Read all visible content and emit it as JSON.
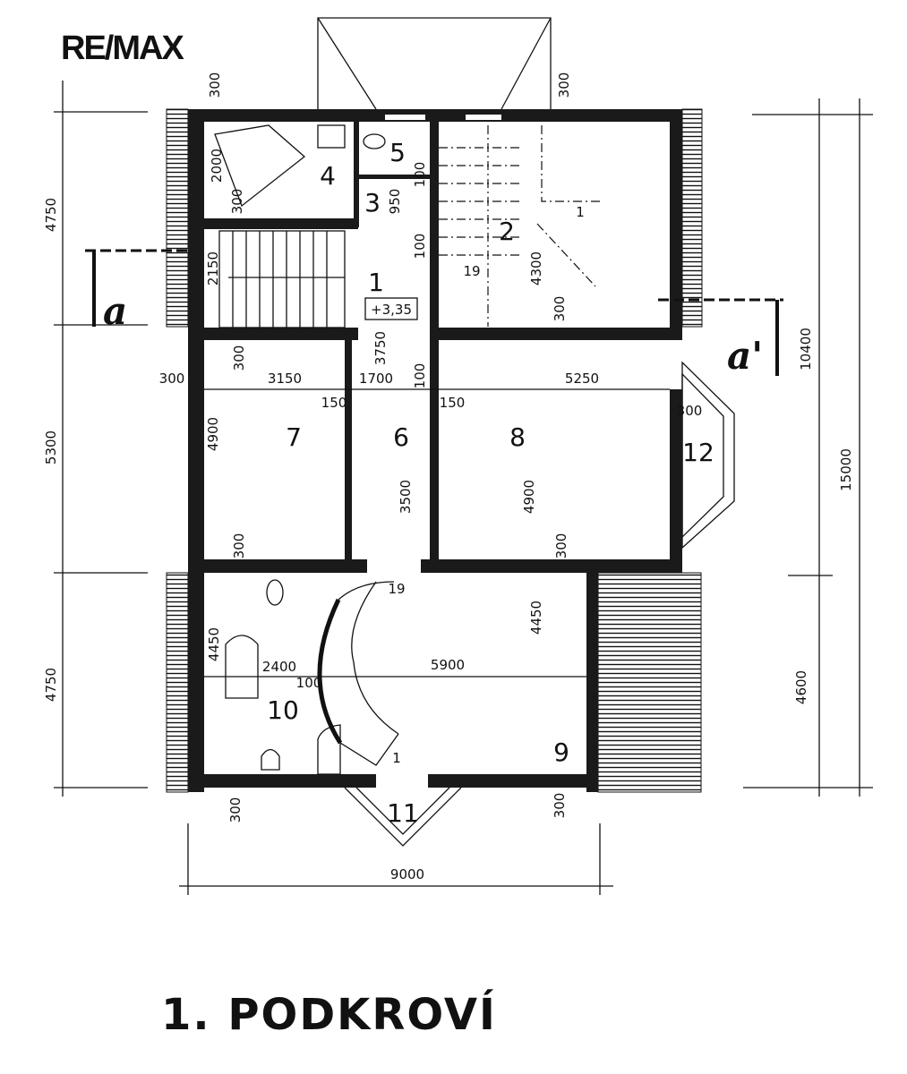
{
  "logo": "RE/MAX",
  "title": "1. PODKROVÍ",
  "level_mark": "+3,35",
  "section_marks": {
    "left": "a",
    "right": "a'"
  },
  "stair_labels": {
    "upper_top": "19",
    "upper_bottom": "1",
    "lower_top": "19",
    "lower_bottom": "1"
  },
  "rooms": [
    "1",
    "2",
    "3",
    "4",
    "5",
    "6",
    "7",
    "8",
    "9",
    "10",
    "11",
    "12"
  ],
  "dimensions": {
    "outer_left": [
      "4750",
      "5300",
      "4750"
    ],
    "outer_right": {
      "upper": "10400",
      "total": "15000",
      "lower": "4600"
    },
    "outer_bottom": "9000",
    "wall_300": "300",
    "room4_bath": "2000",
    "stair1": "2150",
    "room7_width": "3150",
    "hall_width": "1700",
    "room8_width": "5250",
    "room7_depth": "4900",
    "hall_depth": "3750",
    "room6_depth": "3500",
    "room8_depth": "4900",
    "room2_depth": "4300",
    "room3_width": "950",
    "partition_100": "100",
    "partition_150": "150",
    "room10_depth": "4450",
    "room10_width": "2400",
    "room9_width": "5900",
    "room9_depth": "4450",
    "stair_wall": "100"
  }
}
